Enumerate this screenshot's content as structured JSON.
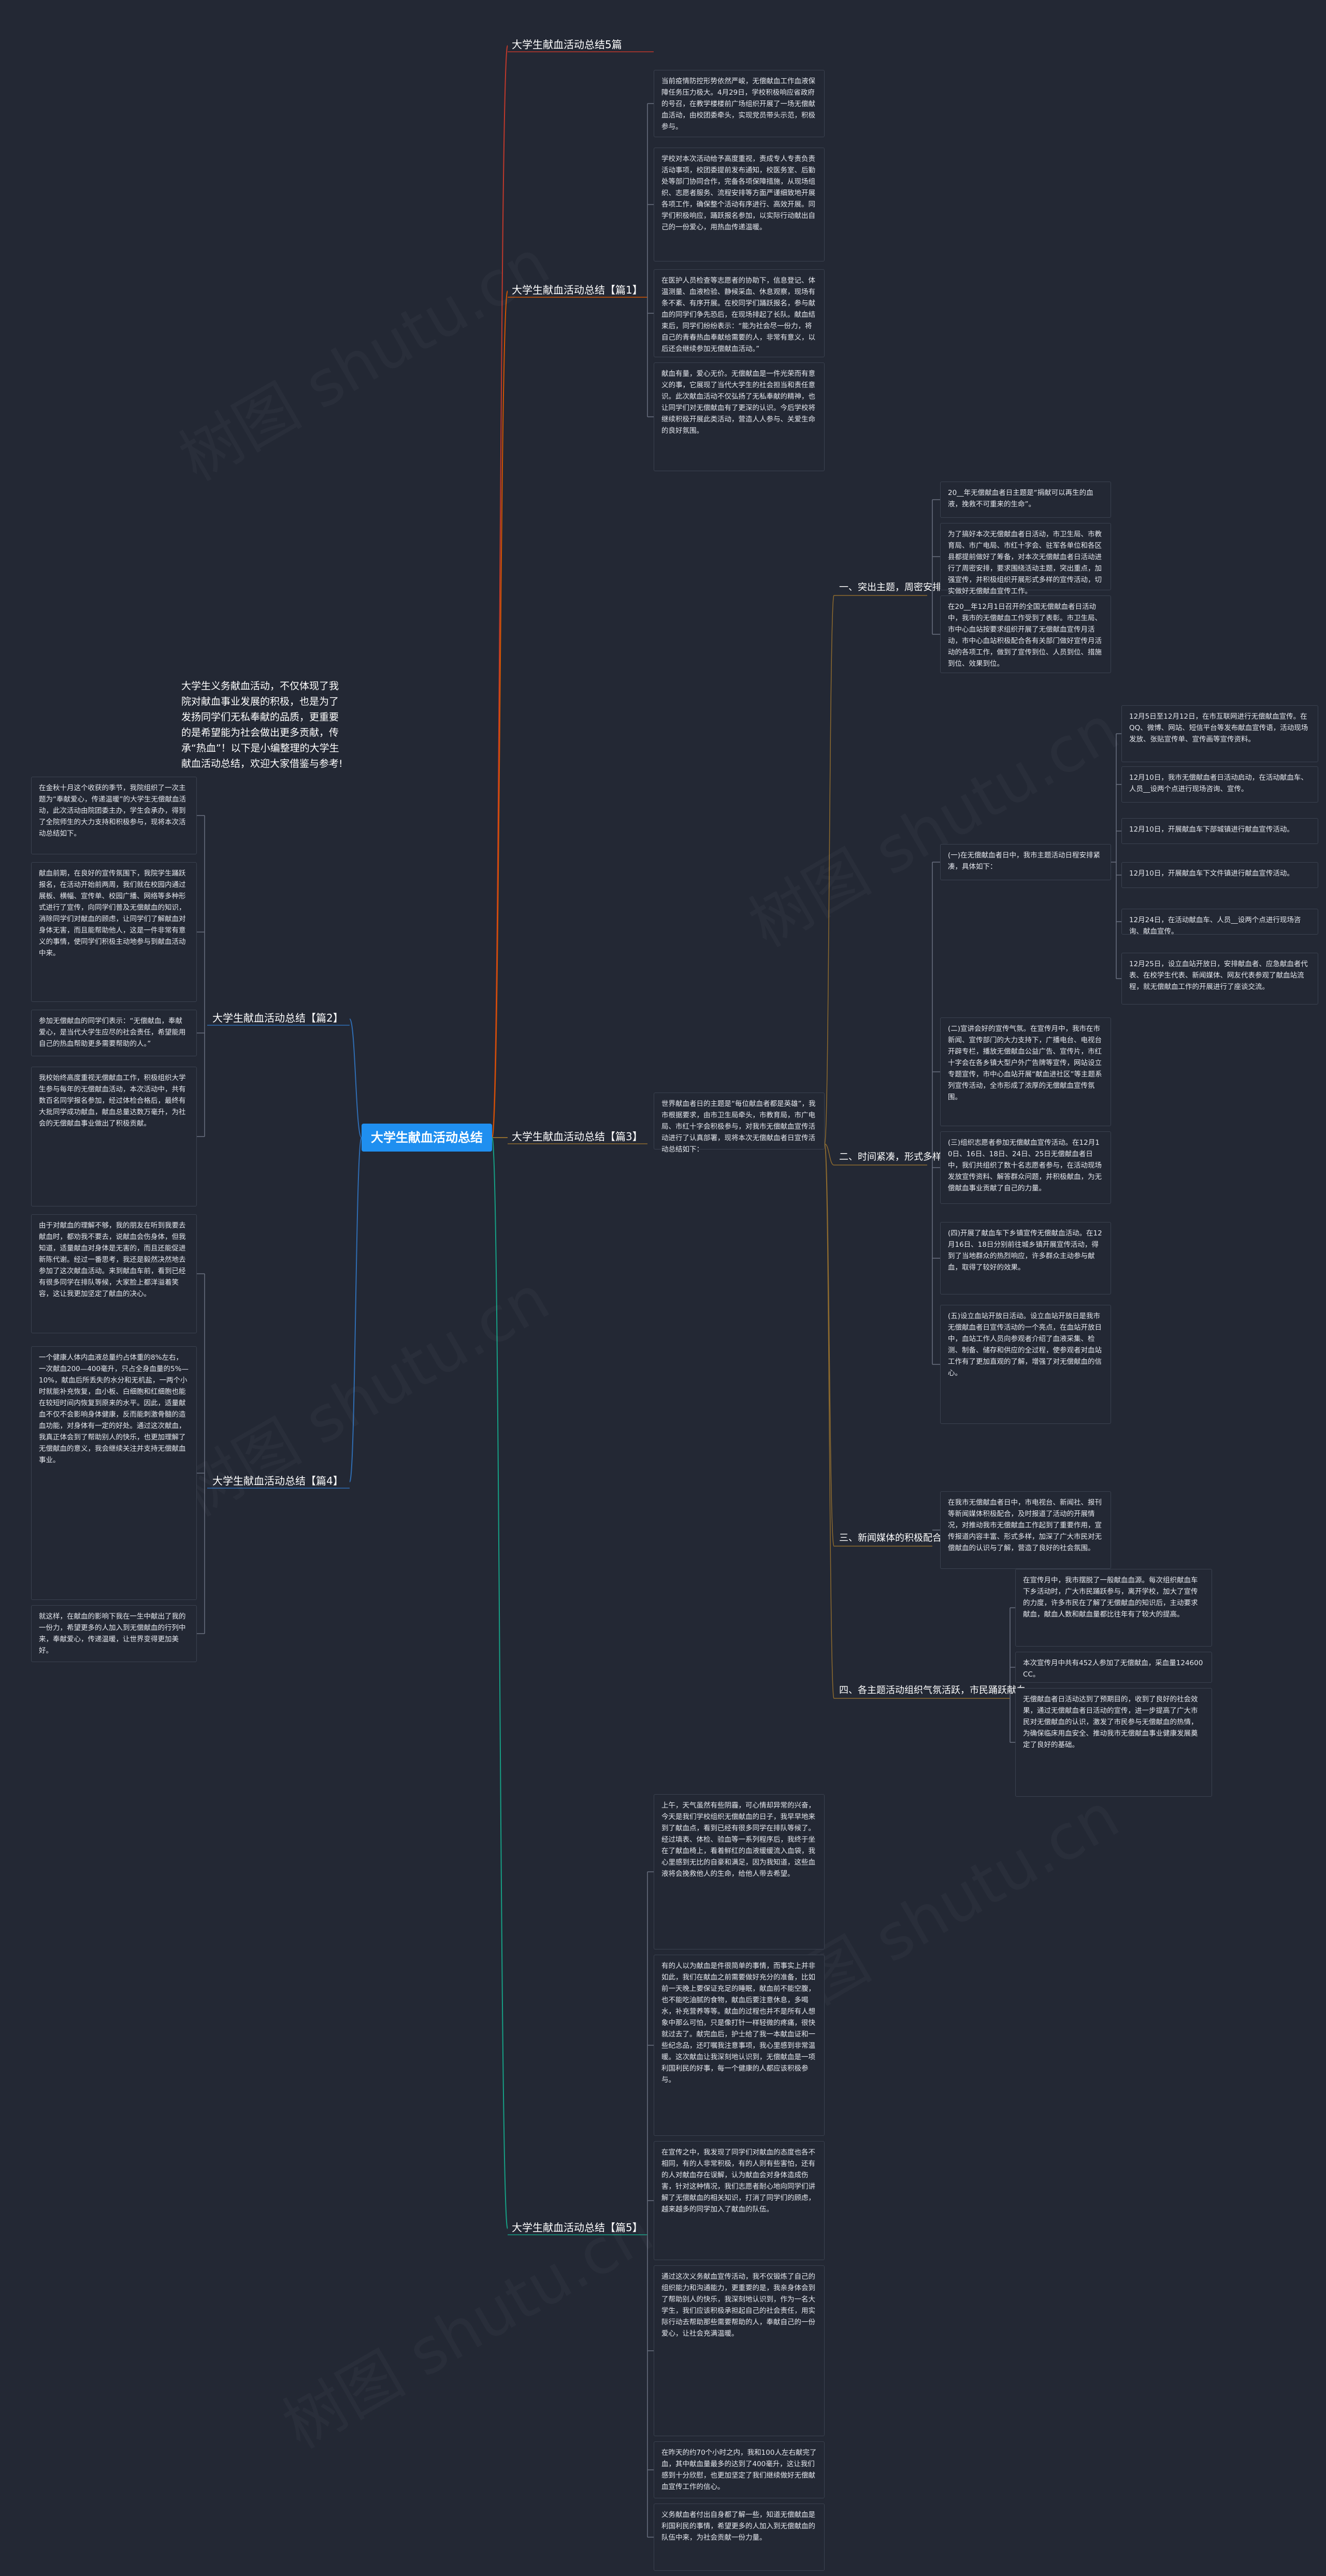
{
  "root": "大学生献血活动总结",
  "intro": "大学生义务献血活动，不仅体现了我院对献血事业发展的积极，也是为了发扬同学们无私奉献的品质，更重要的是希望能为社会做出更多贡献，传承“热血”！以下是小编整理的大学生献血活动总结，欢迎大家借鉴与参考!",
  "watermark": "树图 shutu.cn",
  "branches": {
    "b1": "大学生献血活动总结5篇",
    "b2": "大学生献血活动总结【篇1】",
    "b3": "大学生献血活动总结【篇3】",
    "b4": "大学生献血活动总结【篇2】",
    "b5": "大学生献血活动总结【篇4】",
    "b6": "大学生献血活动总结【篇5】"
  },
  "pian1": [
    "当前疫情防控形势依然严峻，无偿献血工作血液保障任务压力极大。4月29日，学校积极响应省政府的号召，在教学楼楼前广场组织开展了一场无偿献血活动，由校团委牵头，实现党员带头示范，积极参与。",
    "学校对本次活动给予高度重视，责成专人专责负责活动事项，校团委提前发布通知，校医务室、后勤处等部门协同合作，完备各项保障措施，从现场组织、志愿者服务、流程安排等方面严谨细致地开展各项工作，确保整个活动有序进行、高效开展。同学们积极响应，踊跃报名参加，以实际行动献出自己的一份爱心，用热血传递温暖。",
    "在医护人员检查等志愿者的协助下，信息登记、体温测量、血液检验、静候采血、休息观察，现场有条不紊、有序开展。在校同学们踊跃报名，参与献血的同学们争先恐后，在现场排起了长队。献血结束后，同学们纷纷表示：“能为社会尽一份力，将自己的青春热血奉献给需要的人，非常有意义，以后还会继续参加无偿献血活动。”",
    "献血有量，爱心无价。无偿献血是一件光荣而有意义的事，它展现了当代大学生的社会担当和责任意识。此次献血活动不仅弘扬了无私奉献的精神，也让同学们对无偿献血有了更深的认识。今后学校将继续积极开展此类活动，营造人人参与、关爱生命的良好氛围。"
  ],
  "pian3": {
    "intro": "世界献血者日的主题是“每位献血者都是英雄”，我市根据要求，由市卫生局牵头，市教育局，市广电局、市红十字会积极参与，对我市无偿献血宣传活动进行了认真部署，现将本次无偿献血者日宣传活动总结如下：",
    "s1": {
      "title": "一、突出主题，周密安排",
      "items": [
        "20__年无偿献血者日主题是“捐献可以再生的血液，挽救不可重来的生命”。",
        "为了搞好本次无偿献血者日活动，市卫生局、市教育局、市广电局、市红十字会、驻军各单位和各区县都提前做好了筹备，对本次无偿献血者日活动进行了周密安排，要求围绕活动主题，突出重点，加强宣传，并积极组织开展形式多样的宣传活动，切实做好无偿献血宣传工作。",
        "在20__年12月1日召开的全国无偿献血者日活动中，我市的无偿献血工作受到了表彰。市卫生局、市中心血站按要求组织开展了无偿献血宣传月活动，市中心血站积极配合各有关部门做好宣传月活动的各项工作，做到了宣传到位、人员到位、措施到位、效果到位。"
      ]
    },
    "s2": {
      "title": "二、时间紧凑，形式多样。",
      "sub1": {
        "text": "(一)在无偿献血者日中，我市主题活动日程安排紧凑，具体如下：",
        "items": [
          "12月5日至12月12日，在市互联网进行无偿献血宣传。在QQ、微博、网站、短信平台等发布献血宣传语，活动现场发放、张贴宣传单、宣传画等宣传资料。",
          "12月10日，我市无偿献血者日活动启动，在活动献血车、人员__设两个点进行现场咨询、宣传。",
          "12月10日，开展献血车下部城镇进行献血宣传活动。",
          "12月10日，开展献血车下文件镇进行献血宣传活动。",
          "12月24日，在活动献血车、人员__设两个点进行现场咨询、献血宣传。",
          "12月25日，设立血站开放日，安排献血者、应急献血者代表、在校学生代表、新闻媒体、网友代表参观了献血站流程，就无偿献血工作的开展进行了座谈交流。"
        ]
      },
      "items": [
        "(二)宣讲会好的宣传气氛。在宣传月中，我市在市新闻、宣传部门的大力支持下，广播电台、电视台开辟专栏，播放无偿献血公益广告、宣传片，市红十字会在各乡镇大型户外广告牌等宣传，网站设立专题宣传，市中心血站开展“献血进社区”等主题系列宣传活动，全市形成了浓厚的无偿献血宣传氛围。",
        "(三)组织志愿者参加无偿献血宣传活动。在12月10日、16日、18日、24日、25日无偿献血者日中，我们共组织了数十名志愿者参与，在活动现场发放宣传资料、解答群众问题，并积极献血，为无偿献血事业贡献了自己的力量。",
        "(四)开展了献血车下乡镇宣传无偿献血活动。在12月16日、18日分别前往城乡镇开展宣传活动，得到了当地群众的热烈响应，许多群众主动参与献血，取得了较好的效果。",
        "(五)设立血站开放日活动。设立血站开放日是我市无偿献血者日宣传活动的一个亮点，在血站开放日中，血站工作人员向参观者介绍了血液采集、检测、制备、储存和供应的全过程，使参观者对血站工作有了更加直观的了解，增强了对无偿献血的信心。"
      ]
    },
    "s3": {
      "title": "三、新闻媒体的积极配合",
      "text": "在我市无偿献血者日中，市电视台、新闻社、报刊等新闻媒体积极配合，及时报道了活动的开展情况，对推动我市无偿献血工作起到了重要作用，宣传报道内容丰富、形式多样，加深了广大市民对无偿献血的认识与了解，营造了良好的社会氛围。"
    },
    "s4": {
      "title": "四、各主题活动组织气氛活跃，市民踊跃献血",
      "items": [
        "在宣传月中，我市摆脱了一般献血血源。每次组织献血车下乡活动时，广大市民踊跃参与，离开学校，加大了宣传的力度，许多市民在了解了无偿献血的知识后，主动要求献血，献血人数和献血量都比往年有了较大的提高。",
        "本次宣传月中共有452人参加了无偿献血，采血量124600CC。",
        "无偿献血者日活动达到了预期目的，收到了良好的社会效果，通过无偿献血者日活动的宣传，进一步提高了广大市民对无偿献血的认识，激发了市民参与无偿献血的热情，为确保临床用血安全、推动我市无偿献血事业健康发展奠定了良好的基础。"
      ]
    }
  },
  "pian2": [
    "在金秋十月这个收获的季节，我院组织了一次主题为“奉献爱心，传递温暖”的大学生无偿献血活动，此次活动由院团委主办，学生会承办，得到了全院师生的大力支持和积极参与，现将本次活动总结如下。",
    "献血前期，在良好的宣传氛围下，我院学生踊跃报名，在活动开始前两周，我们就在校园内通过展板、横幅、宣传单、校园广播、网络等多种形式进行了宣传，向同学们普及无偿献血的知识，消除同学们对献血的顾虑，让同学们了解献血对身体无害，而且能帮助他人，这是一件非常有意义的事情，使同学们积极主动地参与到献血活动中来。",
    "参加无偿献血的同学们表示：“无偿献血，奉献爱心，是当代大学生应尽的社会责任，希望能用自己的热血帮助更多需要帮助的人。”",
    "我校始终高度重视无偿献血工作，积极组织大学生参与每年的无偿献血活动，本次活动中，共有数百名同学报名参加，经过体检合格后，最终有大批同学成功献血，献血总量达数万毫升，为社会的无偿献血事业做出了积极贡献。"
  ],
  "pian4": [
    "由于对献血的理解不够，我的朋友在听到我要去献血时，都劝我不要去，说献血会伤身体，但我知道，适量献血对身体是无害的，而且还能促进新陈代谢。经过一番思考，我还是毅然决然地去参加了这次献血活动。来到献血车前，看到已经有很多同学在排队等候，大家脸上都洋溢着笑容，这让我更加坚定了献血的决心。",
    "一个健康人体内血液总量约占体重的8%左右，一次献血200—400毫升，只占全身血量的5%—10%，献血后所丢失的水分和无机盐，一两个小时就能补充恢复，血小板、白细胞和红细胞也能在较短时间内恢复到原来的水平。因此，适量献血不仅不会影响身体健康，反而能刺激骨髓的造血功能，对身体有一定的好处。通过这次献血，我真正体会到了帮助别人的快乐，也更加理解了无偿献血的意义，我会继续关注并支持无偿献血事业。",
    "就这样，在献血的影响下我在一生中献出了我的一份力，希望更多的人加入到无偿献血的行列中来，奉献爱心，传递温暖，让世界变得更加美好。"
  ],
  "pian5": [
    "上午，天气虽然有些阴霾，可心情却异常的兴奋，今天是我们学校组织无偿献血的日子，我早早地来到了献血点，看到已经有很多同学在排队等候了。经过填表、体检、验血等一系列程序后，我终于坐在了献血椅上，看着鲜红的血液缓缓流入血袋，我心里感到无比的自豪和满足，因为我知道，这些血液将会挽救他人的生命，给他人带去希望。",
    "有的人以为献血是件很简单的事情，而事实上并非如此，我们在献血之前需要做好充分的准备，比如前一天晚上要保证充足的睡眠，献血前不能空腹，也不能吃油腻的食物，献血后要注意休息，多喝水，补充营养等等。献血的过程也并不是所有人想象中那么可怕，只是像打针一样轻微的疼痛，很快就过去了。献完血后，护士给了我一本献血证和一些纪念品，还叮嘱我注意事项，我心里感到非常温暖。这次献血让我深刻地认识到，无偿献血是一项利国利民的好事，每一个健康的人都应该积极参与。",
    "在宣传之中，我发现了同学们对献血的态度也各不相同，有的人非常积极，有的人则有些害怕，还有的人对献血存在误解，认为献血会对身体造成伤害，针对这种情况，我们志愿者耐心地向同学们讲解了无偿献血的相关知识，打消了同学们的顾虑，越来越多的同学加入了献血的队伍。",
    "通过这次义务献血宣传活动，我不仅锻炼了自己的组织能力和沟通能力，更重要的是，我亲身体会到了帮助别人的快乐，我深刻地认识到，作为一名大学生，我们应该积极承担起自己的社会责任，用实际行动去帮助那些需要帮助的人，奉献自己的一份爱心，让社会充满温暖。",
    "在昨天的约70个小时之内，我和100人左右献完了血，其中献血量最多的达到了400毫升，这让我们感到十分欣慰，也更加坚定了我们继续做好无偿献血宣传工作的信心。",
    "义务献血者付出自身都了解一些，知道无偿献血是利国利民的事情，希望更多的人加入到无偿献血的队伍中来，为社会贡献一份力量。"
  ]
}
